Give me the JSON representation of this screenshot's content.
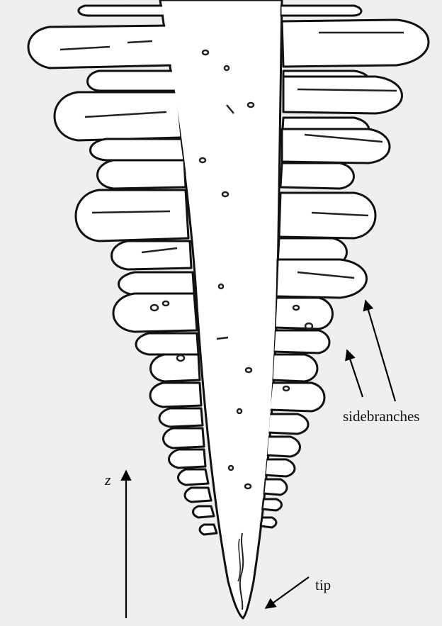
{
  "figure": {
    "labels": {
      "sidebranches": "sidebranches",
      "tip": "tip",
      "axis": "z"
    },
    "colors": {
      "background": "#f1f1f1",
      "crystal_fill": "#ffffff",
      "outline": "#111111",
      "arrow": "#000000"
    }
  }
}
